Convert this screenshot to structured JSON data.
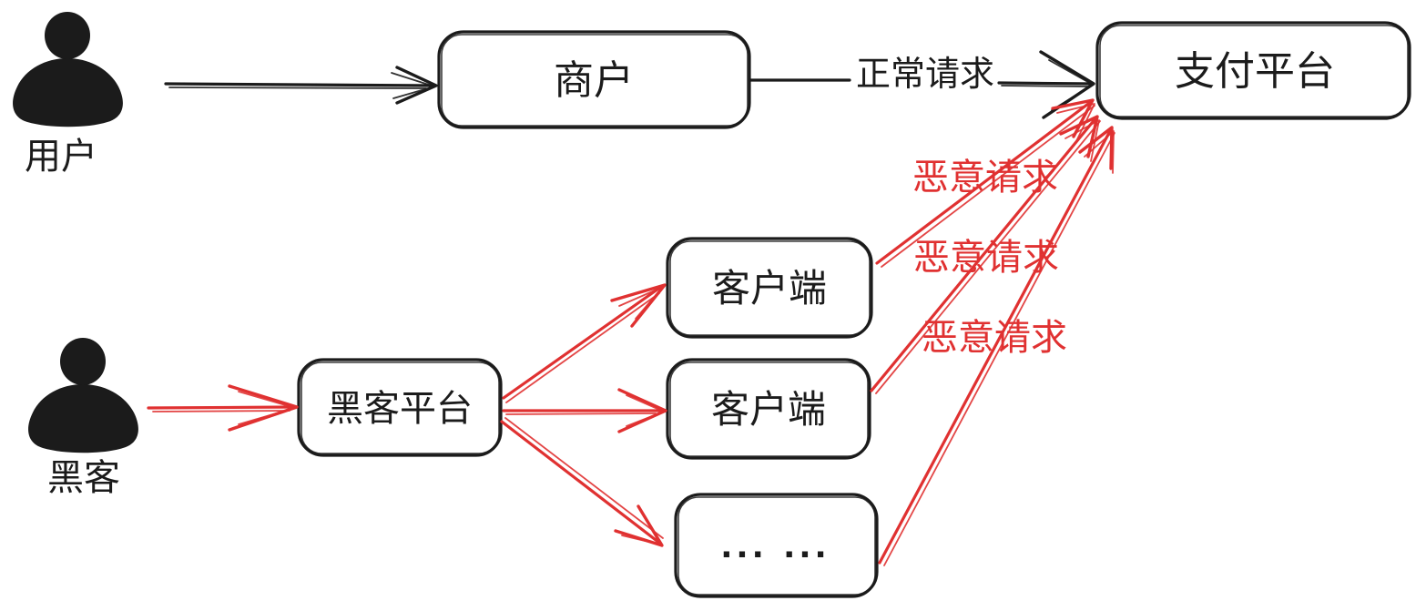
{
  "diagram": {
    "title": "payment-platform-attack-diagram",
    "background": "#ffffff",
    "colors": {
      "ink": "#1b1b1b",
      "danger": "#e03131"
    },
    "actors": {
      "user": {
        "label": "用户"
      },
      "hacker": {
        "label": "黑客"
      }
    },
    "nodes": {
      "merchant": {
        "label": "商户"
      },
      "payment_platform": {
        "label": "支付平台"
      },
      "client_1": {
        "label": "客户端"
      },
      "client_2": {
        "label": "客户端"
      },
      "more_clients": {
        "label": "... ..."
      },
      "hacker_platform": {
        "label": "黑客平台"
      }
    },
    "edges": {
      "normal_request": {
        "label": "正常请求"
      },
      "malicious_request_1": {
        "label": "恶意请求"
      },
      "malicious_request_2": {
        "label": "恶意请求"
      },
      "malicious_request_3": {
        "label": "恶意请求"
      }
    }
  }
}
